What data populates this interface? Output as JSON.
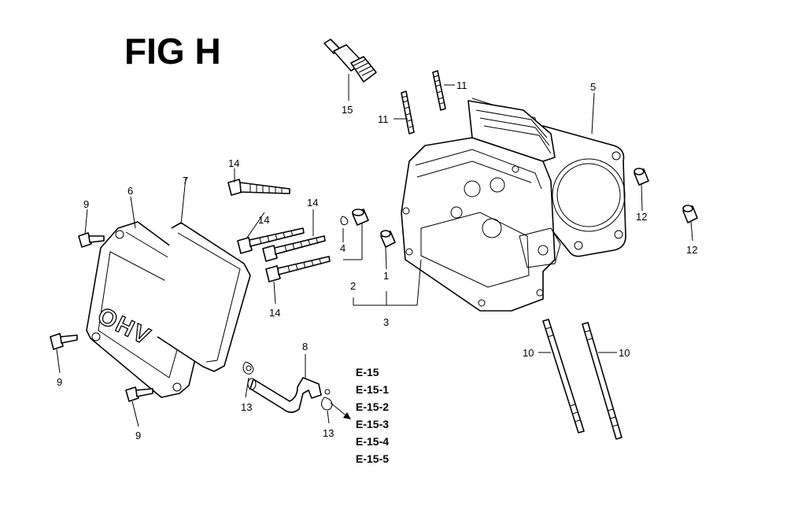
{
  "title": "FIG H",
  "callouts": {
    "c1": "1",
    "c2": "2",
    "c3": "3",
    "c4": "4",
    "c5": "5",
    "c6": "6",
    "c7": "7",
    "c8": "8",
    "c9a": "9",
    "c9b": "9",
    "c9c": "9",
    "c10a": "10",
    "c10b": "10",
    "c11a": "11",
    "c11b": "11",
    "c12a": "12",
    "c12b": "12",
    "c13a": "13",
    "c13b": "13",
    "c14a": "14",
    "c14b": "14",
    "c14c": "14",
    "c14d": "14",
    "c15": "15"
  },
  "references": [
    "E-15",
    "E-15-1",
    "E-15-2",
    "E-15-3",
    "E-15-4",
    "E-15-5"
  ],
  "cover_lettering": "OHV"
}
